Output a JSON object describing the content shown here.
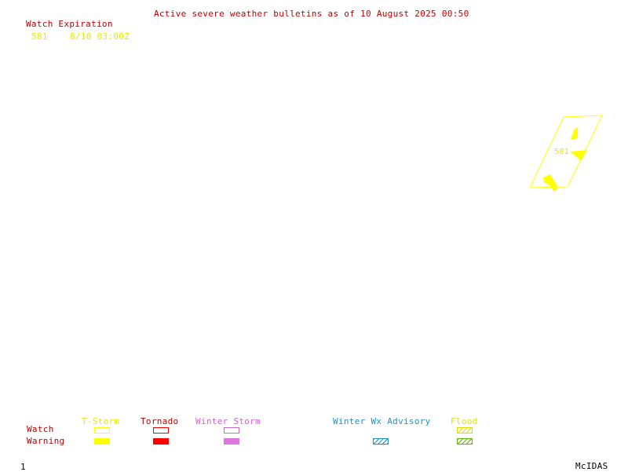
{
  "header": {
    "title": "Active severe weather bulletins as of 10 August 2025 00:50",
    "watch_col_label": "Watch Expiration",
    "watches": [
      {
        "number": "581",
        "expiration": "8/10 03:00Z"
      }
    ]
  },
  "map": {
    "watch_box_label": "581"
  },
  "legend": {
    "row_watch": "Watch",
    "row_warning": "Warning",
    "categories": {
      "tstorm": "T-Storm",
      "tornado": "Tornado",
      "winter_storm": "Winter Storm",
      "winter_wx_advisory": "Winter Wx Advisory",
      "flood": "Flood"
    }
  },
  "footer": {
    "frame_number": "1",
    "brand": "McIDAS"
  },
  "colors": {
    "header_text": "#c00000",
    "watch_list_text": "#e8e800",
    "tstorm": "#ffff00",
    "tornado": "#ff0000",
    "winter_storm": "#cc66cc",
    "winter_advisory": "#1e90c8",
    "flood_watch": "#e0e000",
    "flood_warning": "#5cb800"
  }
}
